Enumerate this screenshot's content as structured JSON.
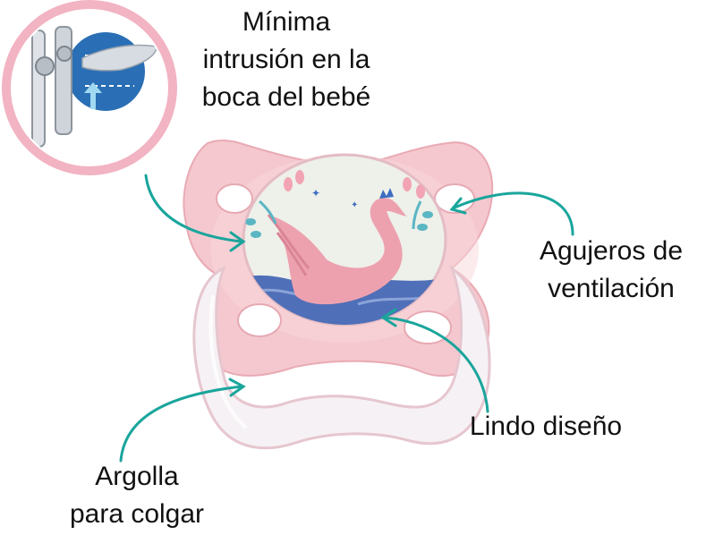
{
  "labels": {
    "intrusion": [
      "Mínima",
      "intrusión en la",
      "boca del bebé"
    ],
    "ventilation": [
      "Agujeros de",
      "ventilación"
    ],
    "design": [
      "Lindo diseño"
    ],
    "ring": [
      "Argolla",
      "para colgar"
    ]
  },
  "colors": {
    "arrow": "#1aa59c",
    "shield": "#f2c4cb",
    "inset_ring": "#f2b3c2",
    "inset_disc": "#2a6fb5",
    "swan": "#eda1af",
    "water": "#4f6fb8"
  }
}
